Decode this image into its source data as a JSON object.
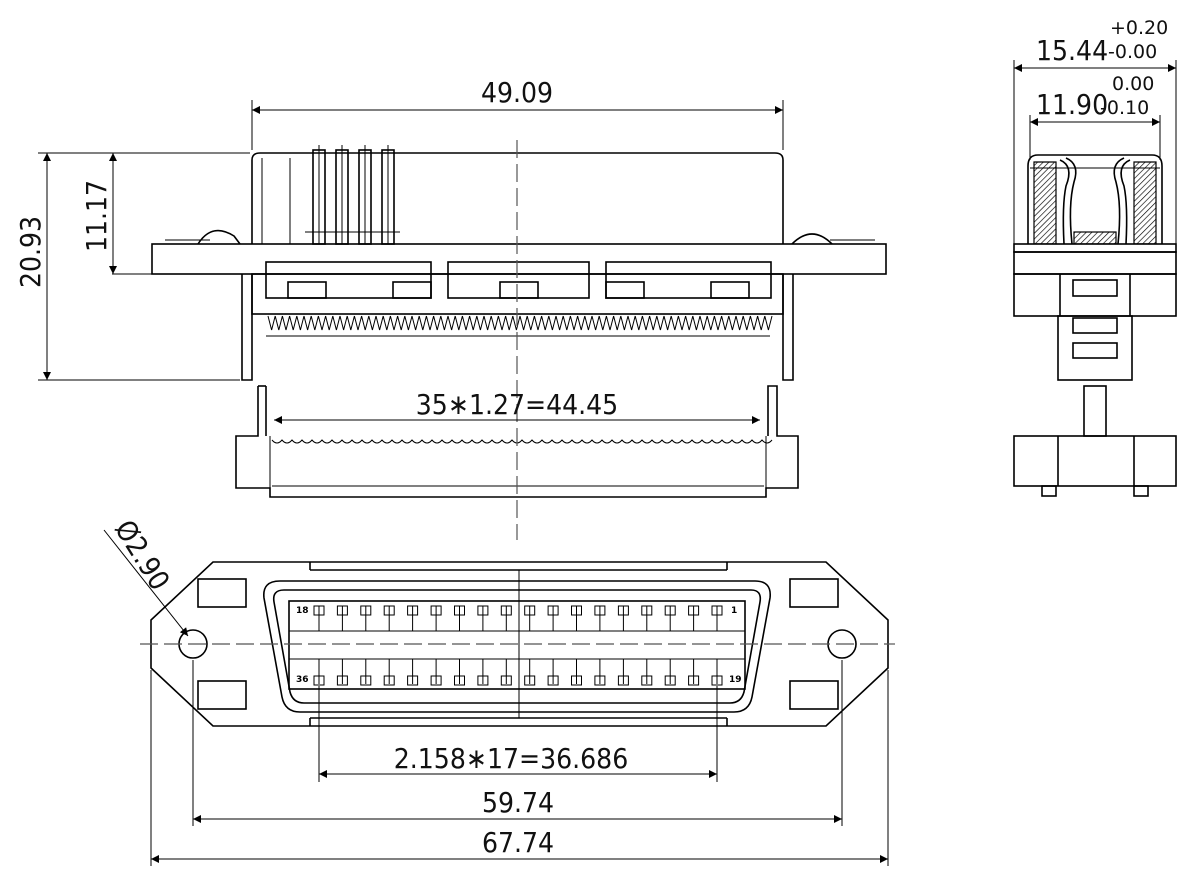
{
  "dimensions": {
    "overall_width": "67.74",
    "mount_hole_pitch": "59.74",
    "contact_row_span": "2.158∗17=36.686",
    "tail_pitch_span": "35∗1.27=44.45",
    "body_width_top": "49.09",
    "total_height": "20.93",
    "upper_height": "11.17",
    "hole_diameter": "Ø2.90",
    "side_width": {
      "value": "15.44",
      "tol_plus": "+0.20",
      "tol_minus": "-0.00"
    },
    "side_inner": {
      "value": "11.90",
      "tol_plus": "0.00",
      "tol_minus": "-0.10"
    }
  },
  "pins": {
    "top_left": "18",
    "top_right": "1",
    "bottom_left": "36",
    "bottom_right": "19"
  }
}
